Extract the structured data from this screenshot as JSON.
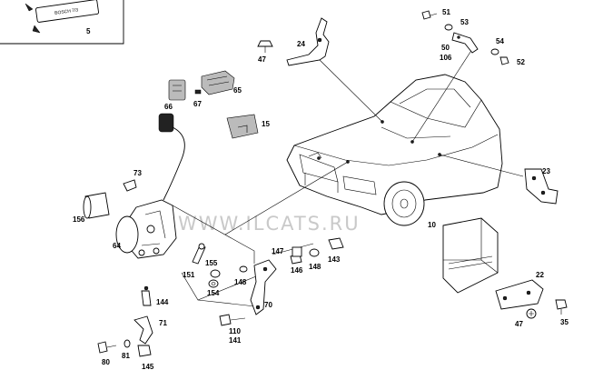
{
  "diagram": {
    "watermark": "WWW.ILCATS.RU",
    "inset": {
      "sticker_text": "BOSCH 7/3",
      "label": "5"
    },
    "part_labels": {
      "p5": "5",
      "p10": "10",
      "p15": "15",
      "p22": "22",
      "p23": "23",
      "p24": "24",
      "p35": "35",
      "p47a": "47",
      "p47b": "47",
      "p50": "50",
      "p51": "51",
      "p52": "52",
      "p53": "53",
      "p54": "54",
      "p64": "64",
      "p65": "65",
      "p66": "66",
      "p67": "67",
      "p70": "70",
      "p71": "71",
      "p73": "73",
      "p80": "80",
      "p81": "81",
      "p106": "106",
      "p110": "110",
      "p141": "141",
      "p143": "143",
      "p144": "144",
      "p145": "145",
      "p146": "146",
      "p147": "147",
      "p148a": "148",
      "p148b": "148",
      "p151": "151",
      "p154": "154",
      "p155": "155",
      "p156": "156"
    }
  }
}
